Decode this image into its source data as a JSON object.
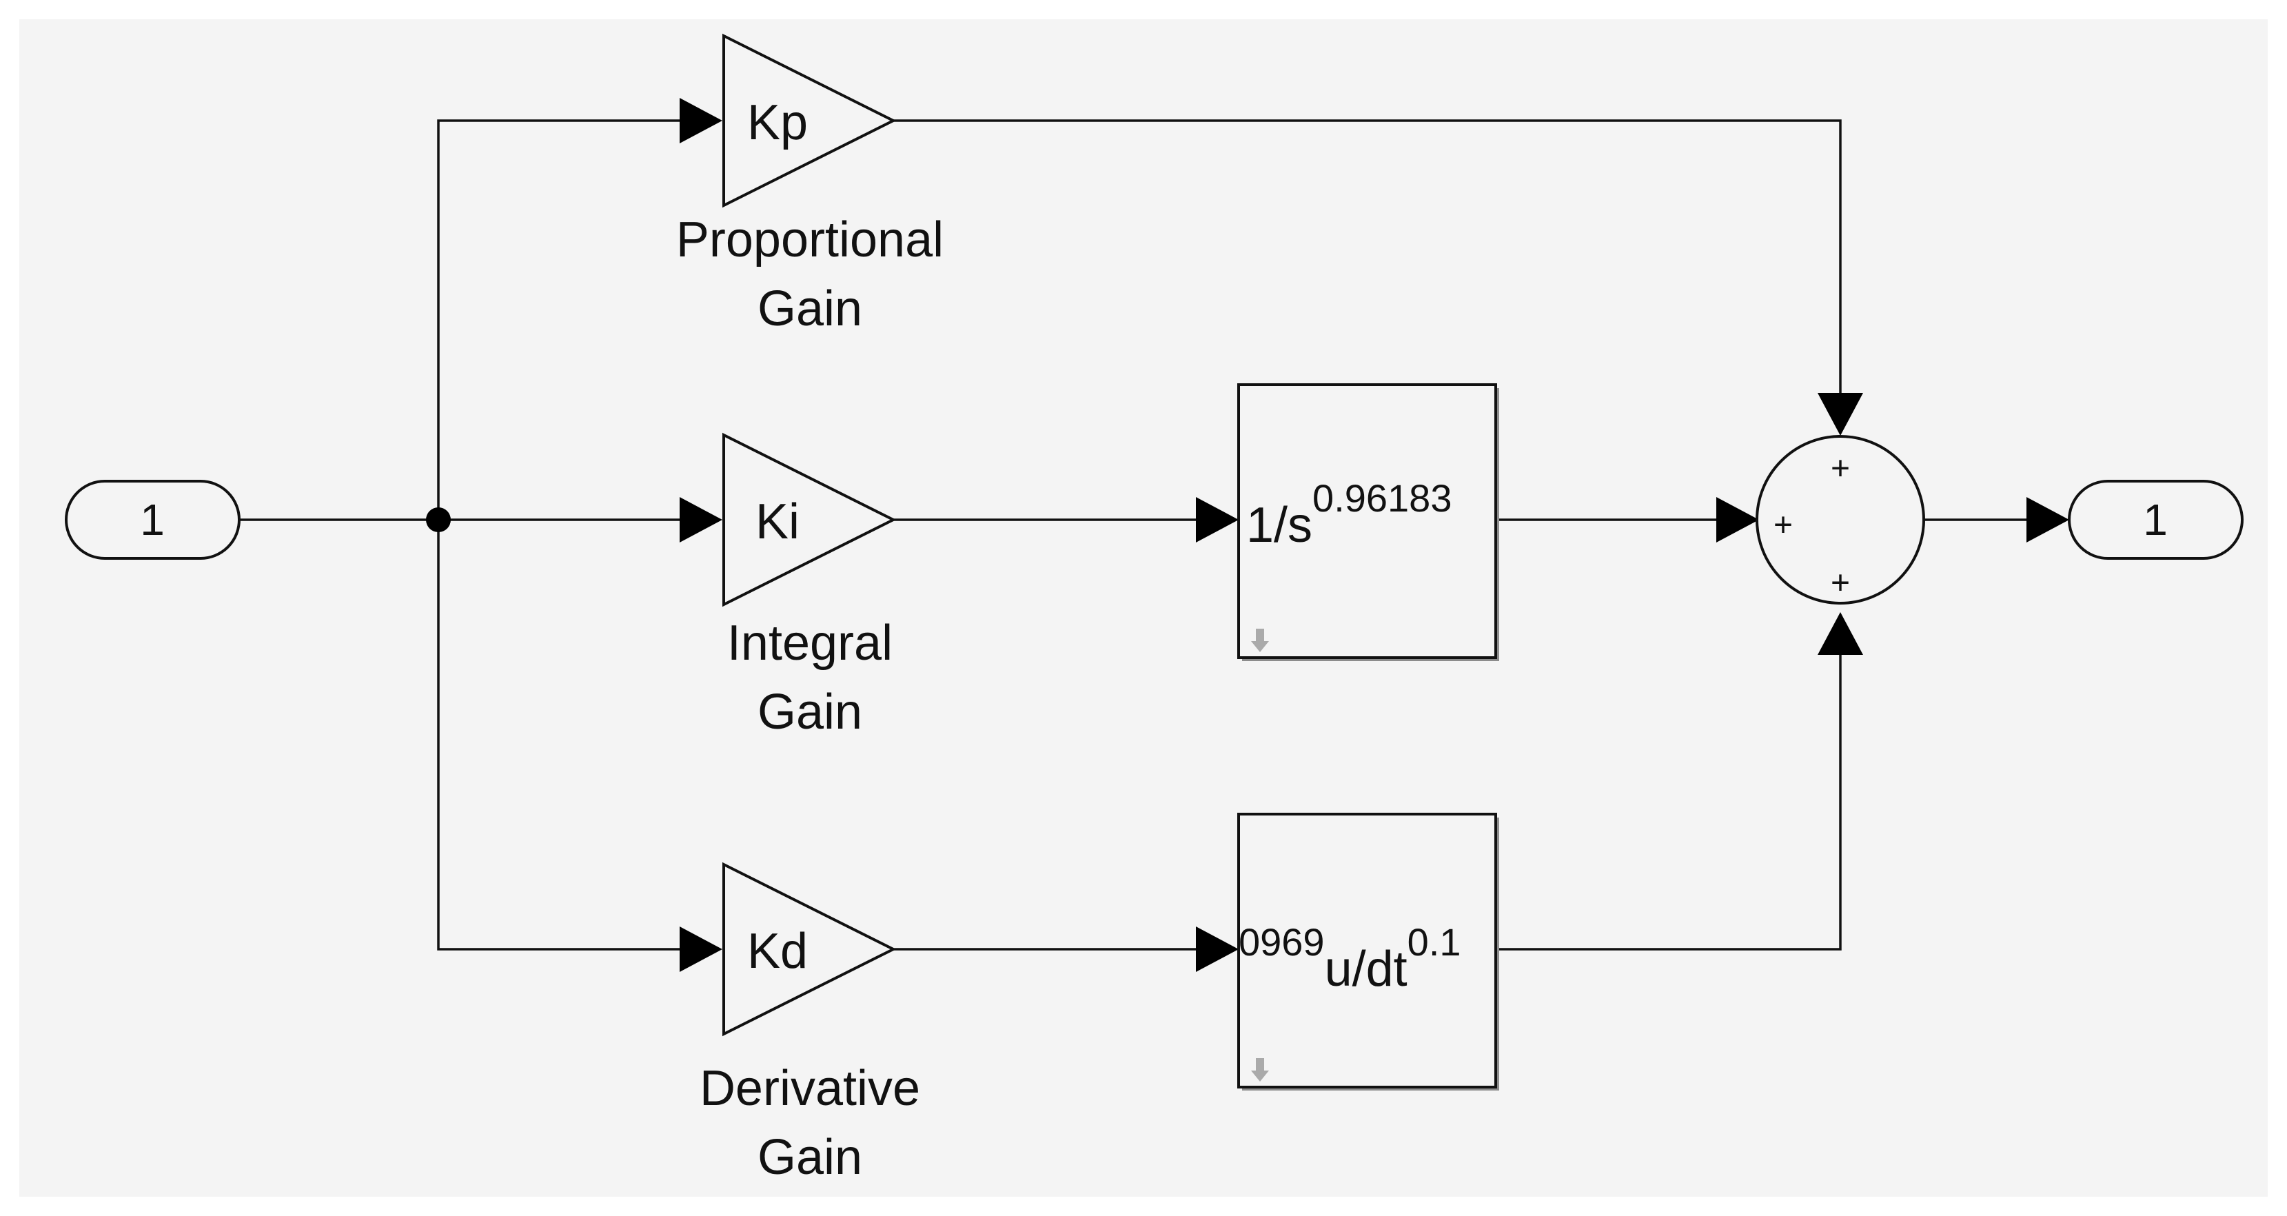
{
  "diagram": {
    "inport": {
      "label": "1"
    },
    "outport": {
      "label": "1"
    },
    "gains": {
      "proportional": {
        "symbol": "Kp",
        "caption_line1": "Proportional",
        "caption_line2": "Gain"
      },
      "integral": {
        "symbol": "Ki",
        "caption_line1": "Integral",
        "caption_line2": "Gain"
      },
      "derivative": {
        "symbol": "Kd",
        "caption_line1": "Derivative",
        "caption_line2": "Gain"
      }
    },
    "integrator": {
      "base": "1/s",
      "exponent": "0.96183"
    },
    "differentiator": {
      "prefix": "0969",
      "base": "u/dt",
      "exponent": "0.1"
    },
    "sum": {
      "signs": [
        "+",
        "+",
        "+"
      ]
    },
    "colors": {
      "background": "#f4f4f4",
      "line": "#111111"
    },
    "icons": {
      "block_corner": "down-arrow-icon"
    }
  }
}
